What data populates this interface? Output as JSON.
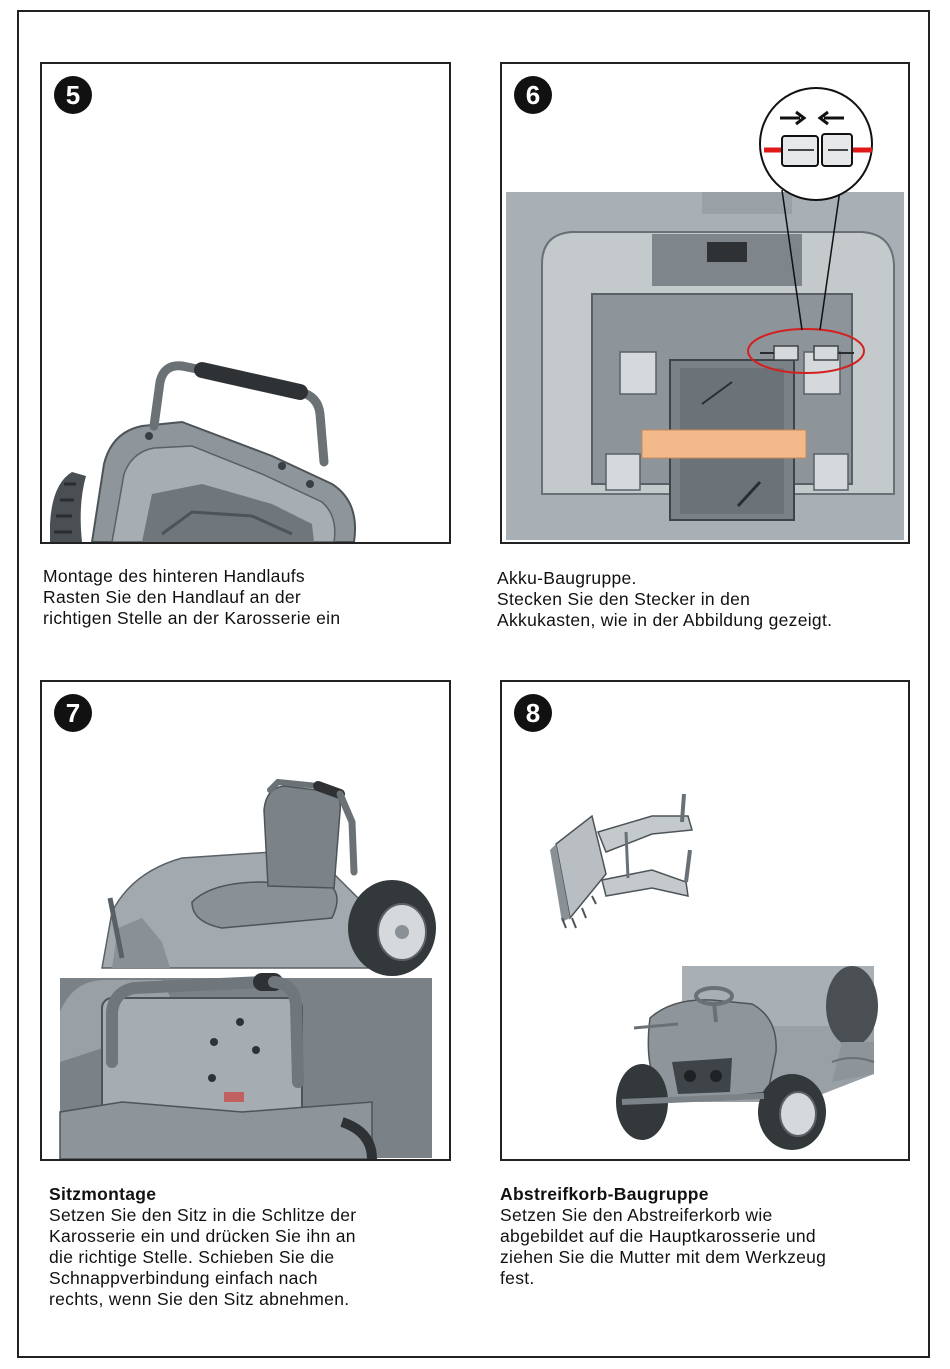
{
  "steps": [
    {
      "number": "5",
      "lines": [
        "Montage des hinteren Handlaufs",
        "Rasten Sie den Handlauf an der",
        "richtigen Stelle an der Karosserie ein"
      ]
    },
    {
      "number": "6",
      "lines": [
        "Akku-Baugruppe.",
        "Stecken Sie den Stecker in den",
        "Akkukasten, wie in der Abbildung gezeigt."
      ]
    },
    {
      "number": "7",
      "title": "Sitzmontage",
      "lines": [
        "Setzen Sie den Sitz in die Schlitze der",
        "Karosserie ein und drücken Sie ihn an",
        "die richtige Stelle. Schieben Sie die",
        "Schnappverbindung einfach nach",
        "rechts, wenn Sie den Sitz abnehmen."
      ]
    },
    {
      "number": "8",
      "title": "Abstreifkorb-Baugruppe",
      "lines": [
        "Setzen Sie den Abstreiferkorb wie",
        "abgebildet auf die Hauptkarosserie und",
        "ziehen Sie die Mutter mit dem Werkzeug",
        "fest."
      ]
    }
  ],
  "colors": {
    "body_gray": "#8e969c",
    "dark_gray": "#5a6166",
    "strap": "#f2b98a",
    "highlight_ring": "#d42020",
    "cable_red": "#e01818"
  }
}
